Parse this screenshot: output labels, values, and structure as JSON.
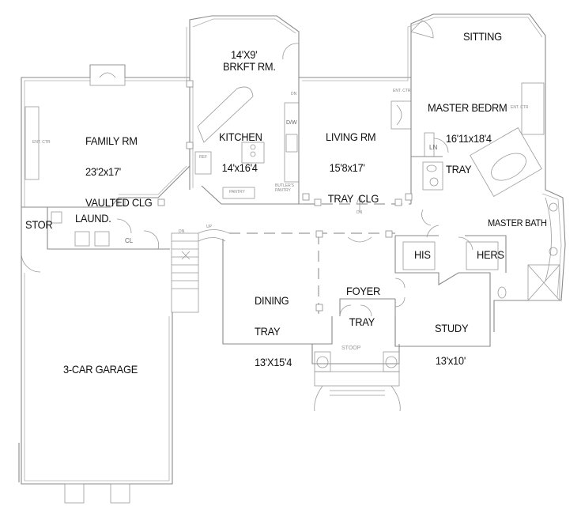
{
  "plan": {
    "rooms": {
      "family": {
        "name": "FAMILY RM",
        "size": "23'2x17'",
        "note": "VAULTED CLG"
      },
      "brkfst": {
        "name": "BRKFT RM.",
        "size": "14'X9'"
      },
      "kitchen": {
        "name": "KITCHEN",
        "size": "14'x16'4"
      },
      "living": {
        "name": "LIVING RM",
        "size": "15'8x17'",
        "note": "TRAY  CLG"
      },
      "sitting": {
        "name": "SITTING"
      },
      "master": {
        "name": "MASTER BEDRM",
        "size": "16'11x18'4",
        "note": "TRAY"
      },
      "master_bath": {
        "name": "MASTER BATH"
      },
      "his": {
        "name": "HIS"
      },
      "hers": {
        "name": "HERS"
      },
      "stor": {
        "name": "STOR"
      },
      "laund": {
        "name": "LAUND."
      },
      "dining": {
        "name": "DINING",
        "note": "TRAY",
        "size": "13'X15'4"
      },
      "foyer": {
        "name": "FOYER",
        "note": "TRAY"
      },
      "study": {
        "name": "STUDY",
        "size": "13'x10'"
      },
      "garage": {
        "name": "3-CAR GARAGE"
      },
      "stoop": {
        "name": "STOOP"
      }
    },
    "annotations": {
      "ent_ctr": "ENT. CTR",
      "dw": "D/W",
      "pantry": "PANTRY",
      "butlers_pantry": "BUTLER'S PANTRY",
      "ref": "REF",
      "ln": "LN",
      "cl": "CL",
      "dn": "DN",
      "up": "UP",
      "dn_arrow": "DN"
    }
  }
}
